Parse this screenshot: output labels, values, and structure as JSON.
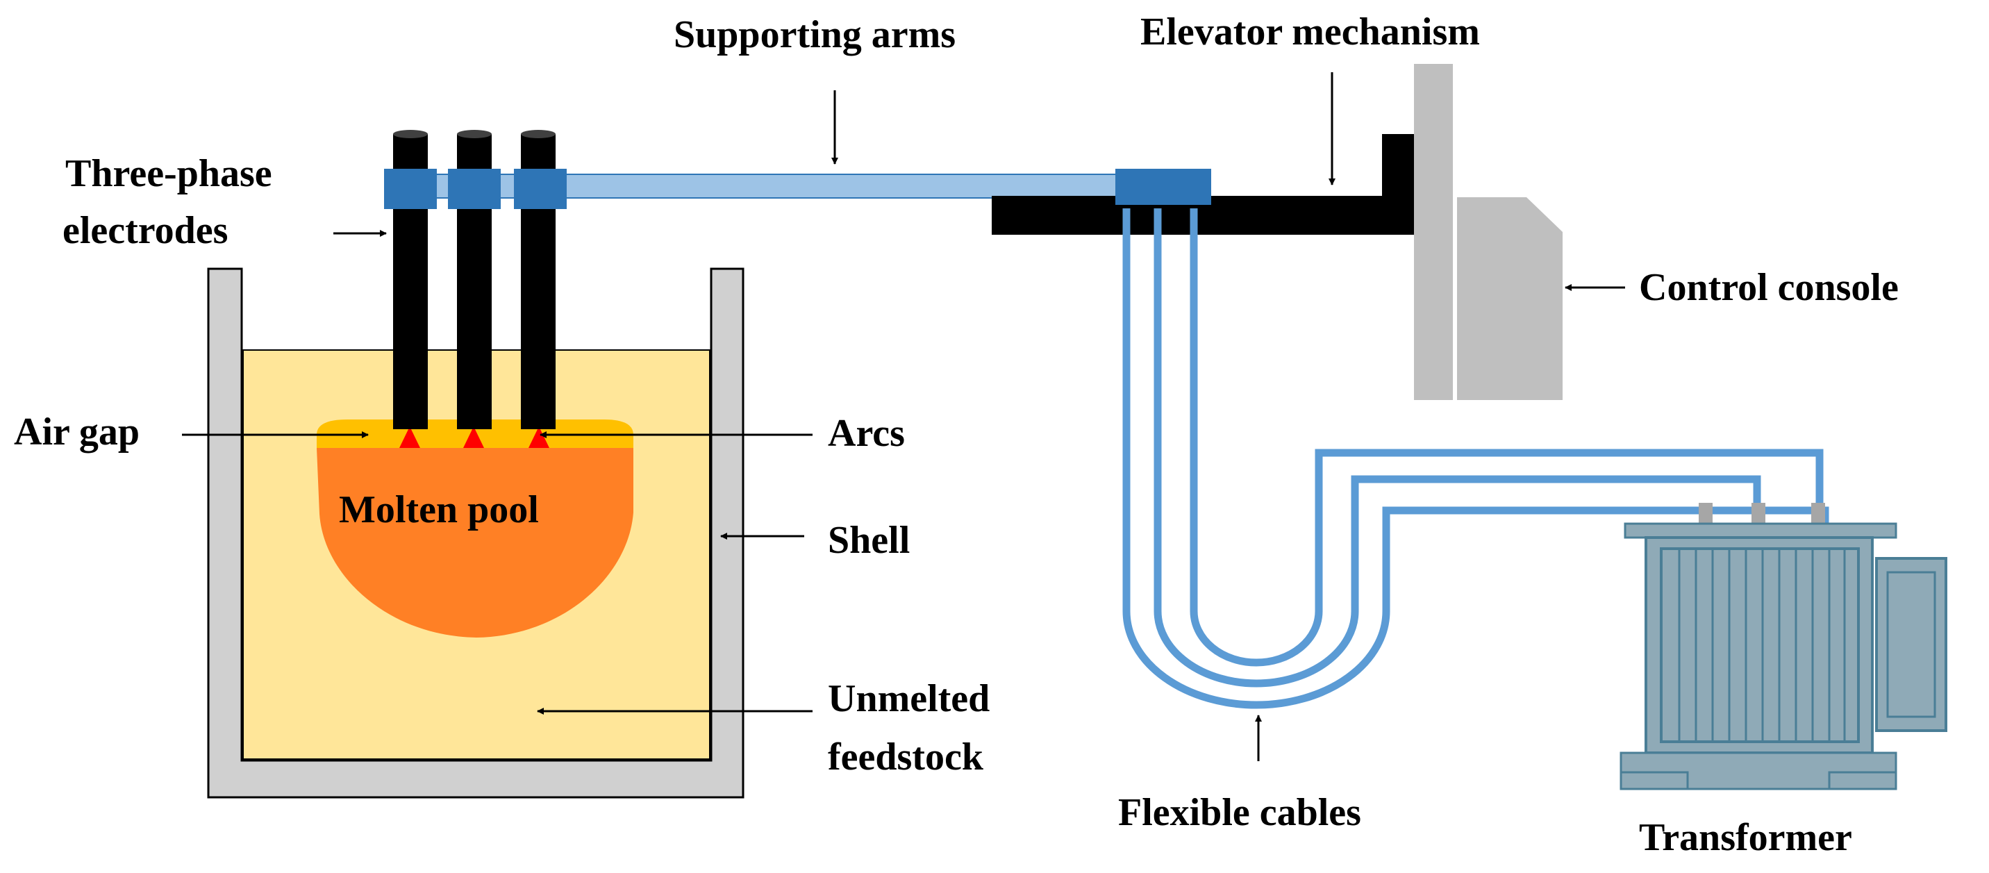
{
  "labels": {
    "supporting_arms": "Supporting arms",
    "elevator_mechanism": "Elevator mechanism",
    "three_phase_line1": "Three-phase",
    "three_phase_line2": "electrodes",
    "control_console": "Control console",
    "air_gap": "Air gap",
    "arcs": "Arcs",
    "molten_pool": "Molten pool",
    "shell": "Shell",
    "unmelted_line1": "Unmelted",
    "unmelted_line2": "feedstock",
    "flexible_cables": "Flexible cables",
    "transformer": "Transformer"
  },
  "colors": {
    "shell": "#d0d0d0",
    "feedstock": "#ffe699",
    "molten_pool": "#ff8025",
    "air_gap_layer": "#ffc000",
    "arc": "#ff0000",
    "electrode": "#000000",
    "clamp": "#2e75b6",
    "supporting_arm": "#9dc3e6",
    "cable": "#5b9bd5",
    "console": "#bfbfbf",
    "transformer_body": "#8faab7",
    "transformer_outline": "#4a7e96"
  }
}
